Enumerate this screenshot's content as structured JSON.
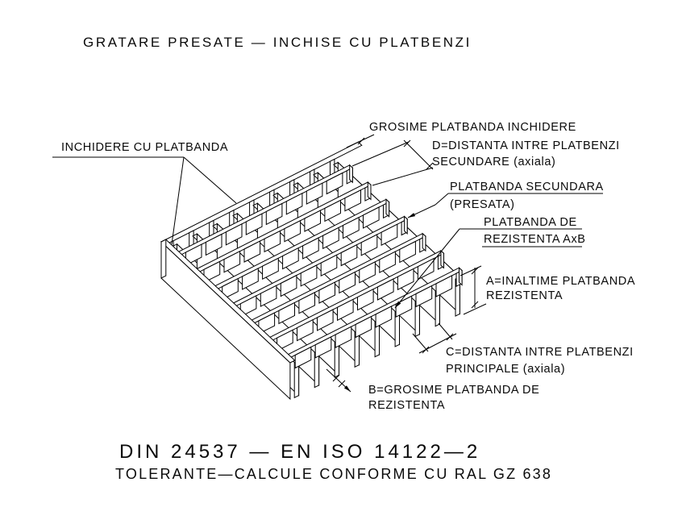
{
  "title": "GRATARE PRESATE — INCHISE CU PLATBENZI",
  "labels": {
    "inchidere": "INCHIDERE CU PLATBANDA",
    "grosime_inchidere": "GROSIME PLATBANDA INCHIDERE",
    "d_line1": "D=DISTANTA INTRE PLATBENZI",
    "d_line2": "SECUNDARE (axiala)",
    "secundara_line1": "PLATBANDA SECUNDARA",
    "secundara_line2": "(PRESATA)",
    "rezistenta_line1": "PLATBANDA DE",
    "rezistenta_line2": "REZISTENTA AxB",
    "a_line1": "A=INALTIME PLATBANDA",
    "a_line2": "REZISTENTA",
    "c_line1": "C=DISTANTA INTRE PLATBENZI",
    "c_line2": "PRINCIPALE (axiala)",
    "b_line1": "B=GROSIME PLATBANDA DE",
    "b_line2": "REZISTENTA"
  },
  "footer": {
    "standard": "DIN 24537 — EN ISO 14122—2",
    "note": "TOLERANTE—CALCULE CONFORME CU RAL GZ 638"
  },
  "colors": {
    "line": "#000000",
    "background": "#ffffff"
  }
}
